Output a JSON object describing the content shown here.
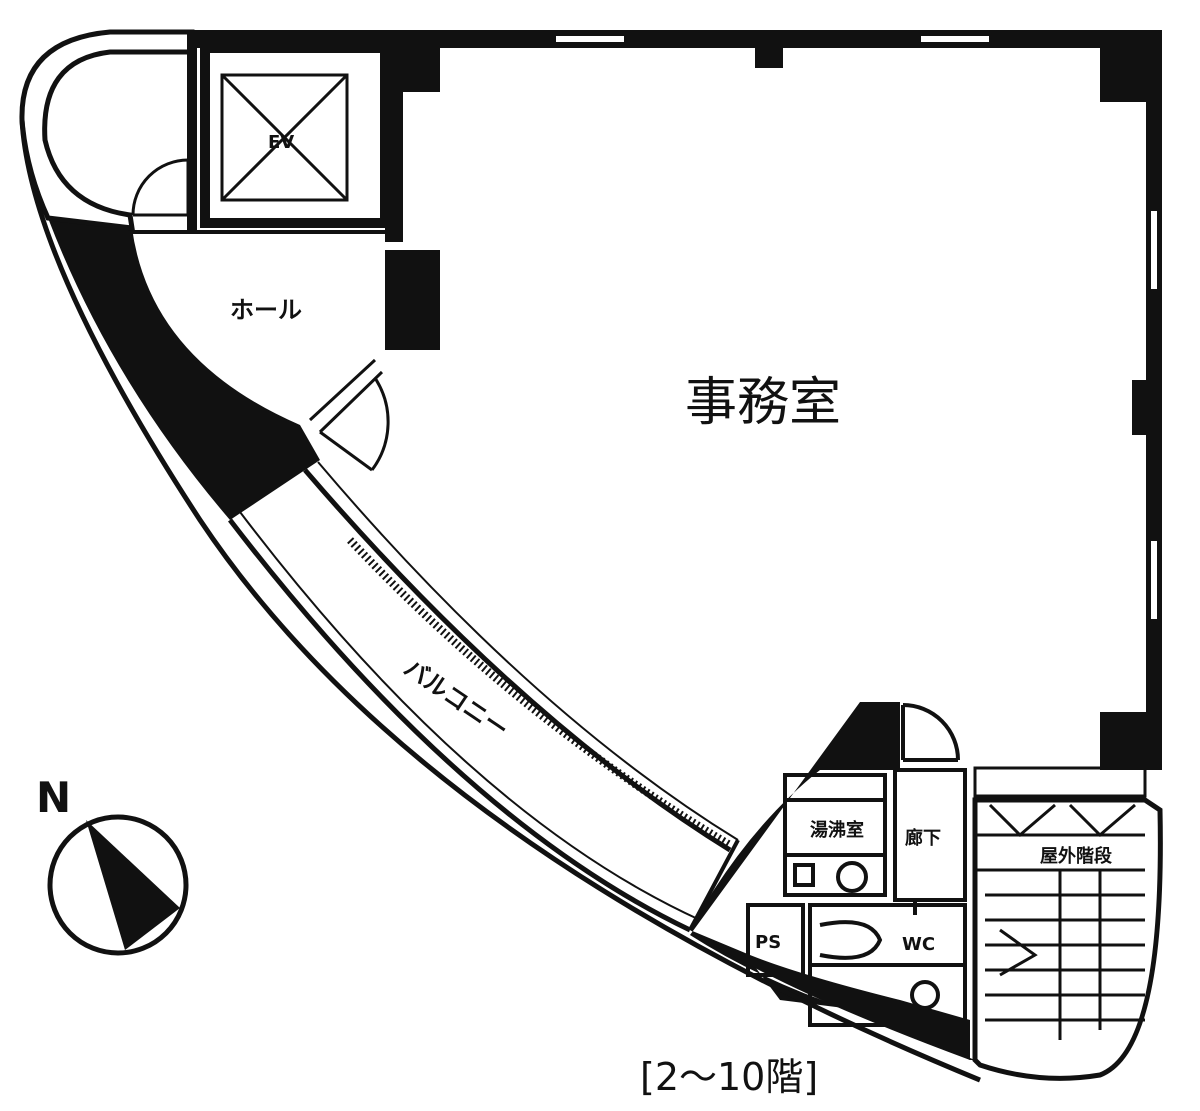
{
  "rooms": {
    "office": "事務室",
    "hall": "ホール",
    "elevator": "EV",
    "balcony": "バルコニー",
    "kitchenette": "湯沸室",
    "corridor": "廊下",
    "pipe_space": "PS",
    "toilet": "WC",
    "outdoor_stairs": "屋外階段"
  },
  "floor_range": "[2～10階]",
  "compass": {
    "label": "N"
  },
  "colors": {
    "wall": "#111111",
    "background": "#ffffff"
  }
}
